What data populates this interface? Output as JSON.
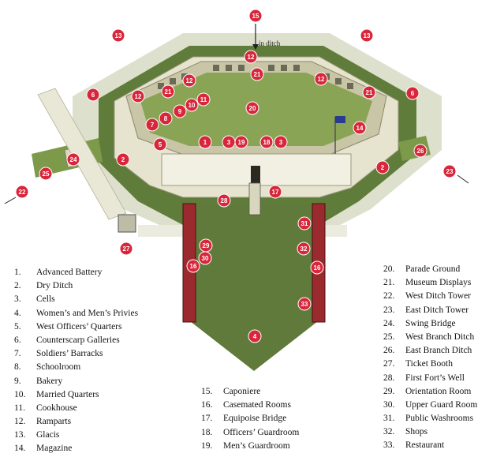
{
  "map": {
    "in_ditch_label": "in ditch",
    "markers": [
      "15",
      "13",
      "13",
      "6",
      "6",
      "12",
      "21",
      "12",
      "12",
      "21",
      "21",
      "12",
      "20",
      "7",
      "8",
      "9",
      "10",
      "11",
      "14",
      "5",
      "1",
      "3",
      "19",
      "18",
      "3",
      "2",
      "2",
      "24",
      "25",
      "26",
      "22",
      "23",
      "17",
      "28",
      "27",
      "31",
      "29",
      "30",
      "16",
      "32",
      "16",
      "33",
      "4"
    ]
  },
  "legend": {
    "left": [
      {
        "num": "1.",
        "label": "Advanced Battery"
      },
      {
        "num": "2.",
        "label": "Dry Ditch"
      },
      {
        "num": "3.",
        "label": "Cells"
      },
      {
        "num": "4.",
        "label": "Women’s and Men’s Privies"
      },
      {
        "num": "5.",
        "label": "West Officers’ Quarters"
      },
      {
        "num": "6.",
        "label": "Counterscarp Galleries"
      },
      {
        "num": "7.",
        "label": "Soldiers’ Barracks"
      },
      {
        "num": "8.",
        "label": "Schoolroom"
      },
      {
        "num": "9.",
        "label": "Bakery"
      },
      {
        "num": "10.",
        "label": "Married Quarters"
      },
      {
        "num": "11.",
        "label": "Cookhouse"
      },
      {
        "num": "12.",
        "label": "Ramparts"
      },
      {
        "num": "13.",
        "label": "Glacis"
      },
      {
        "num": "14.",
        "label": "Magazine"
      }
    ],
    "middle": [
      {
        "num": "15.",
        "label": "Caponiere"
      },
      {
        "num": "16.",
        "label": "Casemated Rooms"
      },
      {
        "num": "17.",
        "label": "Equipoise Bridge"
      },
      {
        "num": "18.",
        "label": "Officers’ Guardroom"
      },
      {
        "num": "19.",
        "label": "Men’s Guardroom"
      }
    ],
    "right": [
      {
        "num": "20.",
        "label": "Parade Ground"
      },
      {
        "num": "21.",
        "label": "Museum Displays"
      },
      {
        "num": "22.",
        "label": "West Ditch Tower"
      },
      {
        "num": "23.",
        "label": "East Ditch Tower"
      },
      {
        "num": "24.",
        "label": "Swing Bridge"
      },
      {
        "num": "25.",
        "label": "West Branch Ditch"
      },
      {
        "num": "26.",
        "label": "East Branch Ditch"
      },
      {
        "num": "27.",
        "label": "Ticket Booth"
      },
      {
        "num": "28.",
        "label": "First Fort’s Well"
      },
      {
        "num": "29.",
        "label": "Orientation Room"
      },
      {
        "num": "30.",
        "label": "Upper Guard Room"
      },
      {
        "num": "31.",
        "label": "Public Washrooms"
      },
      {
        "num": "32.",
        "label": "Shops"
      },
      {
        "num": "33.",
        "label": "Restaurant"
      }
    ]
  }
}
